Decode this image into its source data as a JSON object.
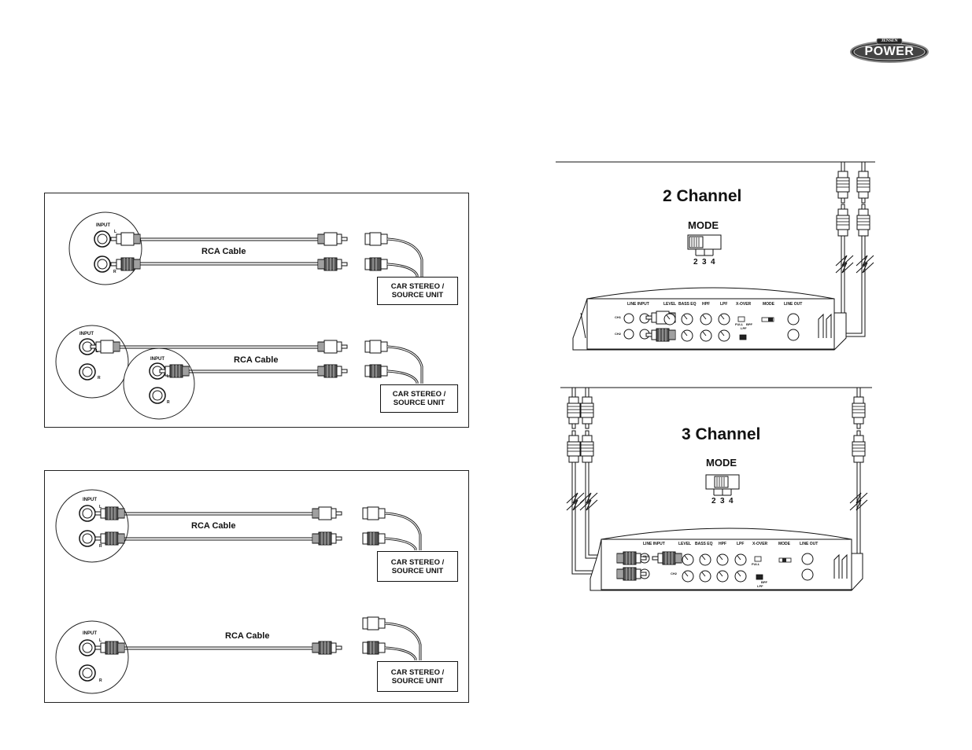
{
  "logo": {
    "top_text": "JENSEN",
    "main_text": "POWER"
  },
  "left": {
    "panel1": {
      "diagram1": {
        "cable_label": "RCA Cable",
        "input_label": "INPUT",
        "l": "L",
        "r": "R",
        "destination": [
          "CAR STEREO /",
          "SOURCE UNIT"
        ]
      },
      "diagram2": {
        "cable_label": "RCA Cable",
        "input_label": "INPUT",
        "l": "L",
        "r": "R",
        "destination": [
          "CAR STEREO /",
          "SOURCE UNIT"
        ]
      }
    },
    "panel2": {
      "diagram1": {
        "cable_label": "RCA Cable",
        "input_label": "INPUT",
        "l": "L",
        "r": "R",
        "destination": [
          "CAR STEREO /",
          "SOURCE UNIT"
        ]
      },
      "diagram2": {
        "cable_label": "RCA Cable",
        "input_label": "INPUT",
        "l": "L",
        "r": "R",
        "destination": [
          "CAR STEREO /",
          "SOURCE UNIT"
        ]
      }
    }
  },
  "right": {
    "two_channel": {
      "title": "2 Channel",
      "mode_label": "MODE",
      "mode_positions": [
        "2",
        "3",
        "4"
      ],
      "amp_labels": [
        "LINE INPUT",
        "LEVEL",
        "BASS EQ",
        "HPF",
        "LPF",
        "X-OVER",
        "MODE",
        "LINE OUT"
      ],
      "ch1": "CH1",
      "ch2": "CH2",
      "full": "FULL",
      "bpf": "BPF",
      "lpf": "LPF"
    },
    "three_channel": {
      "title": "3 Channel",
      "mode_label": "MODE",
      "mode_positions": [
        "2",
        "3",
        "4"
      ],
      "amp_labels": [
        "LINE INPUT",
        "LEVEL",
        "BASS EQ",
        "HPF",
        "LPF",
        "X-OVER",
        "MODE",
        "LINE OUT"
      ],
      "ch1": "CH1",
      "ch2": "CH2",
      "full": "FULL",
      "bpf": "BPF",
      "lpf": "LPF"
    }
  }
}
